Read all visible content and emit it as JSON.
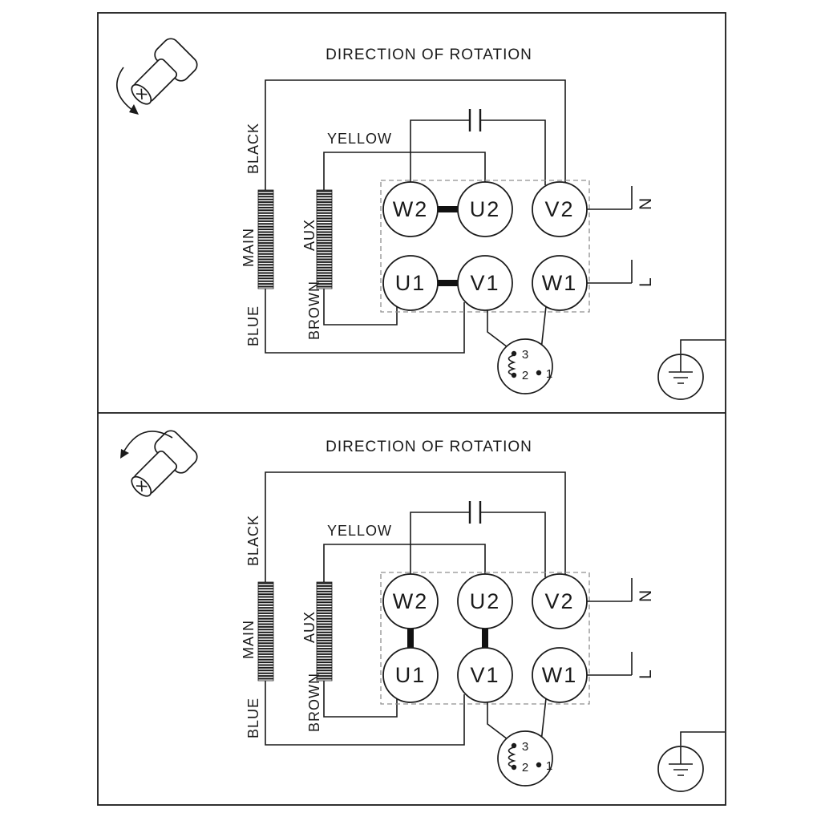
{
  "colors": {
    "background": "#ffffff",
    "line": "#1a1a1a",
    "terminal_box_dash": "#8f8f8f"
  },
  "panels": [
    {
      "title": "DIRECTION OF ROTATION",
      "wire_labels": {
        "black": "BLACK",
        "yellow": "YELLOW",
        "brown": "BROWN",
        "blue": "BLUE"
      },
      "winding_labels": {
        "main": "MAIN",
        "aux": "AUX"
      },
      "supply_labels": {
        "neutral": "N",
        "line": "L"
      },
      "terminal_labels": [
        "W2",
        "U2",
        "V2",
        "U1",
        "V1",
        "W1"
      ],
      "thermal_switch_pins": [
        "3",
        "2",
        "1"
      ]
    },
    {
      "title": "DIRECTION OF ROTATION",
      "wire_labels": {
        "black": "BLACK",
        "yellow": "YELLOW",
        "brown": "BROWN",
        "blue": "BLUE"
      },
      "winding_labels": {
        "main": "MAIN",
        "aux": "AUX"
      },
      "supply_labels": {
        "neutral": "N",
        "line": "L"
      },
      "terminal_labels": [
        "W2",
        "U2",
        "V2",
        "U1",
        "V1",
        "W1"
      ],
      "thermal_switch_pins": [
        "3",
        "2",
        "1"
      ]
    }
  ]
}
